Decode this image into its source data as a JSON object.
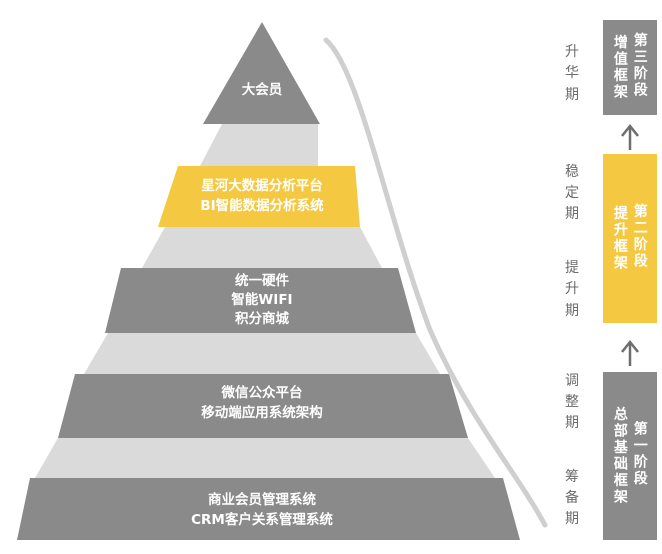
{
  "colors": {
    "tier_gray": "#8a8a8a",
    "tier_highlight": "#f5c842",
    "connector": "#dadada",
    "arrow": "#6d6d6d",
    "curve": "#cfcfcf"
  },
  "pyramid": {
    "tiers": [
      {
        "lines": [
          "大会员"
        ],
        "highlight": false
      },
      {
        "lines": [
          "星河大数据分析平台",
          "BI智能数据分析系统"
        ],
        "highlight": true
      },
      {
        "lines": [
          "统一硬件",
          "智能WIFI",
          "积分商城"
        ],
        "highlight": false
      },
      {
        "lines": [
          "微信公众平台",
          "移动端应用系统架构"
        ],
        "highlight": false
      },
      {
        "lines": [
          "商业会员管理系统",
          "CRM客户关系管理系统"
        ],
        "highlight": false
      }
    ]
  },
  "phases": [
    {
      "label": "升华期"
    },
    {
      "label": "稳定期"
    },
    {
      "label": "提升期"
    },
    {
      "label": "调整期"
    },
    {
      "label": "筹备期"
    }
  ],
  "stages": [
    {
      "col1": "增值框架",
      "col2": "第三阶段",
      "highlight": false
    },
    {
      "col1": "提升框架",
      "col2": "第二阶段",
      "highlight": true
    },
    {
      "col1": "总部基础框架",
      "col2": "第一阶段",
      "highlight": false
    }
  ]
}
